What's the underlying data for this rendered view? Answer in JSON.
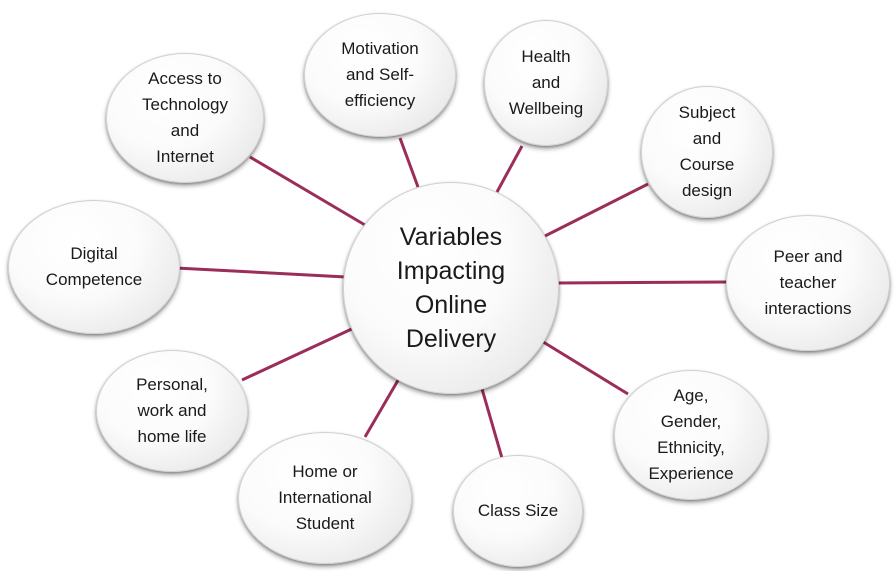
{
  "center": {
    "label": "Variables\nImpacting\nOnline\nDelivery"
  },
  "nodes": [
    {
      "id": "access-technology",
      "label": "Access to\nTechnology\nand\nInternet"
    },
    {
      "id": "motivation",
      "label": "Motivation\nand Self-\nefficiency"
    },
    {
      "id": "health",
      "label": "Health\nand\nWellbeing"
    },
    {
      "id": "subject-course",
      "label": "Subject\nand\nCourse\ndesign"
    },
    {
      "id": "peer-teacher",
      "label": "Peer and\nteacher\ninteractions"
    },
    {
      "id": "demographics",
      "label": "Age,\nGender,\nEthnicity,\nExperience"
    },
    {
      "id": "class-size",
      "label": "Class Size"
    },
    {
      "id": "home-international",
      "label": "Home or\nInternational\nStudent"
    },
    {
      "id": "personal-life",
      "label": "Personal,\nwork and\nhome life"
    },
    {
      "id": "digital-competence",
      "label": "Digital\nCompetence"
    }
  ],
  "colors": {
    "connector": "#9b2d5a",
    "node_fill": "#ffffff",
    "text": "#1a1a1a"
  }
}
